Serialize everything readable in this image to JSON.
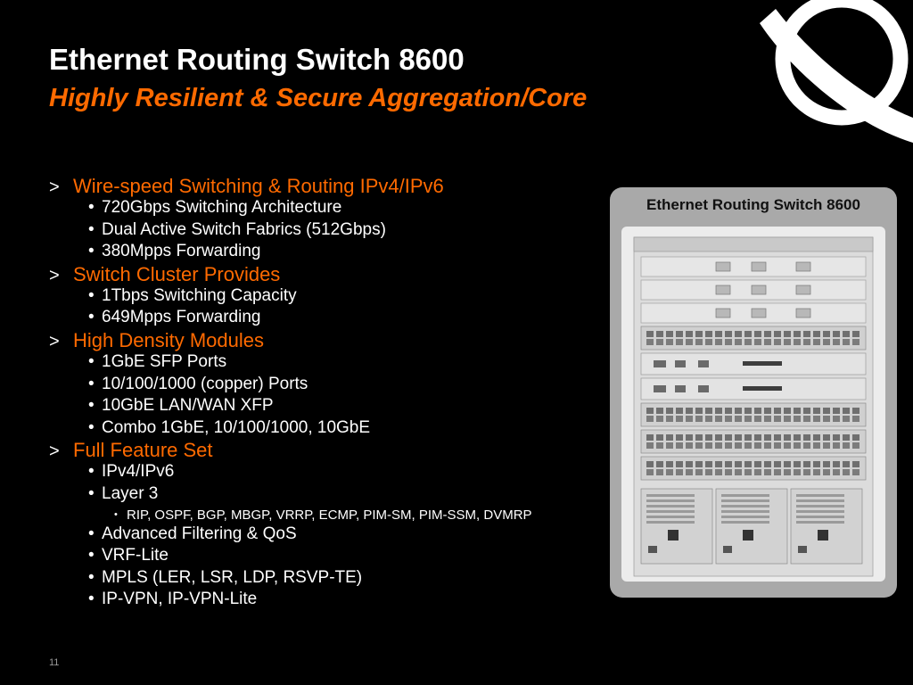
{
  "slide": {
    "title": "Ethernet Routing Switch 8600",
    "subtitle": "Highly Resilient & Secure Aggregation/Core",
    "page_number": "11"
  },
  "markers": {
    "level1": ">",
    "level2": "•",
    "level3": "•"
  },
  "bullets": [
    {
      "text": "Wire-speed Switching & Routing IPv4/IPv6",
      "children": [
        {
          "text": "720Gbps Switching Architecture"
        },
        {
          "text": "Dual Active Switch Fabrics (512Gbps)"
        },
        {
          "text": "380Mpps Forwarding"
        }
      ]
    },
    {
      "text": "Switch Cluster Provides",
      "children": [
        {
          "text": "1Tbps Switching Capacity"
        },
        {
          "text": "649Mpps Forwarding"
        }
      ]
    },
    {
      "text": "High Density Modules",
      "children": [
        {
          "text": "1GbE SFP Ports"
        },
        {
          "text": "10/100/1000 (copper) Ports"
        },
        {
          "text": "10GbE LAN/WAN XFP"
        },
        {
          "text": "Combo 1GbE, 10/100/1000, 10GbE"
        }
      ]
    },
    {
      "text": "Full Feature Set",
      "children": [
        {
          "text": "IPv4/IPv6"
        },
        {
          "text": "Layer 3",
          "children": [
            {
              "text": "RIP, OSPF, BGP, MBGP, VRRP, ECMP, PIM-SM, PIM-SSM, DVMRP"
            }
          ]
        },
        {
          "text": "Advanced Filtering & QoS"
        },
        {
          "text": "VRF-Lite"
        },
        {
          "text": "MPLS (LER, LSR, LDP, RSVP-TE)"
        },
        {
          "text": "IP-VPN, IP-VPN-Lite"
        }
      ]
    }
  ],
  "product_panel": {
    "caption": "Ethernet Routing Switch 8600",
    "image_icon": "network-switch-chassis-icon"
  },
  "logo_icon": "nortel-globe-logo-icon",
  "colors": {
    "background": "#000000",
    "accent": "#ff6a00",
    "text": "#ffffff",
    "panel": "#a9a9a9"
  }
}
